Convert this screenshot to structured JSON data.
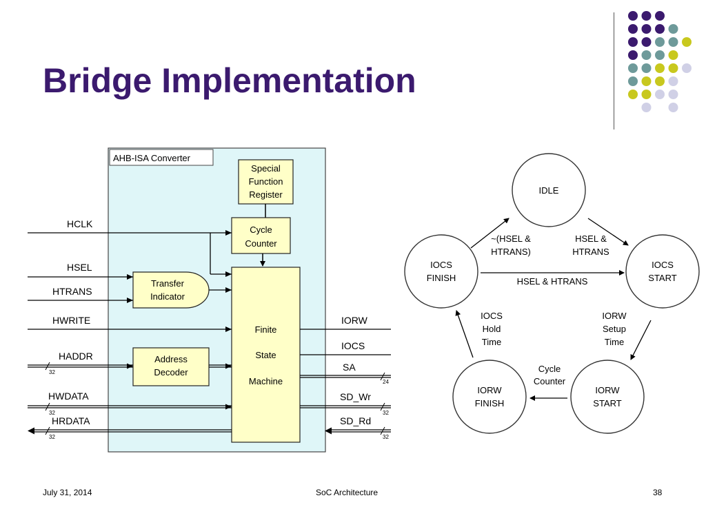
{
  "title": "Bridge Implementation",
  "footer": {
    "date": "July 31, 2014",
    "center": "SoC Architecture",
    "page": "38"
  },
  "decor_colors": {
    "purple": "#3b1a6e",
    "teal": "#6e9a9a",
    "yellow": "#c8c81e",
    "lavender": "#d0d0e6"
  },
  "block_diagram": {
    "converter_label": "AHB-ISA Converter",
    "sfr": [
      "Special",
      "Function",
      "Register"
    ],
    "cycle_counter": [
      "Cycle",
      "Counter"
    ],
    "transfer_indicator": [
      "Transfer",
      "Indicator"
    ],
    "address_decoder": [
      "Address",
      "Decoder"
    ],
    "fsm": [
      "Finite",
      "State",
      "Machine"
    ],
    "inputs": [
      "HCLK",
      "HSEL",
      "HTRANS",
      "HWRITE",
      "HADDR",
      "HWDATA",
      "HRDATA"
    ],
    "outputs": [
      "IORW",
      "IOCS",
      "SA",
      "SD_Wr",
      "SD_Rd"
    ],
    "bus_widths": {
      "haddr": "32",
      "hwdata": "32",
      "hrdata": "32",
      "sa": "24",
      "sd_wr": "32",
      "sd_rd": "32"
    }
  },
  "state_machine": {
    "states": {
      "idle": "IDLE",
      "iocs_start": [
        "IOCS",
        "START"
      ],
      "iorw_start": [
        "IORW",
        "START"
      ],
      "iorw_finish": [
        "IORW",
        "FINISH"
      ],
      "iocs_finish": [
        "IOCS",
        "FINISH"
      ]
    },
    "transitions": {
      "finish_to_idle": [
        "~(HSEL &",
        "HTRANS)"
      ],
      "idle_to_start": [
        "HSEL &",
        "HTRANS"
      ],
      "finish_to_start": "HSEL & HTRANS",
      "setup": [
        "IORW",
        "Setup",
        "Time"
      ],
      "cycle": [
        "Cycle",
        "Counter"
      ],
      "hold": [
        "IOCS",
        "Hold",
        "Time"
      ]
    }
  }
}
